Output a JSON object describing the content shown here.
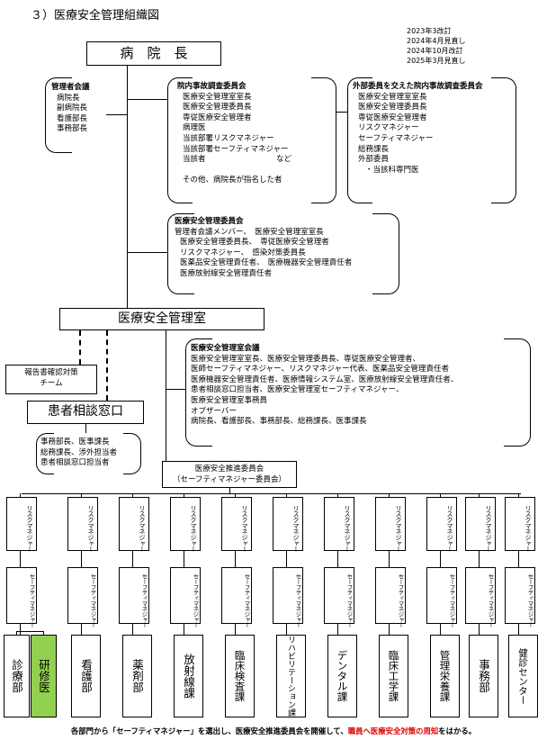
{
  "title": "３）医療安全管理組織図",
  "revisions": [
    "2023年3改訂",
    "2024年4月見直し",
    "2024年10月改訂",
    "2025年3月見直し"
  ],
  "director": "病　院　長",
  "management_meeting": {
    "title": "管理者会議",
    "members": [
      "病院長",
      "副病院長",
      "看護部長",
      "事務部長"
    ]
  },
  "internal_committee": {
    "title": "院内事故調査委員会",
    "members": [
      "医療安全管理室室長",
      "医療安全管理委員長",
      "専従医療安全管理者",
      "病理医",
      "当該部署リスクマネジャー",
      "当該部署セーフティマネジャー"
    ],
    "concerned": "当該者",
    "etc": "など",
    "note": "その他、病院長が指名した者"
  },
  "external_committee": {
    "title": "外部委員を交えた院内事故調査委員会",
    "members": [
      "医療安全管理室室長",
      "医療安全管理委員長",
      "専従医療安全管理者",
      "リスクマネジャー",
      "セーフティマネジャー",
      "総務課長",
      "外部委員",
      "・当該科専門医"
    ]
  },
  "safety_committee": {
    "title": "医療安全管理委員会",
    "lines": [
      "管理者会議メンバー、　医療安全管理室室長",
      "医療安全管理委員長、　専従医療安全管理者",
      "リスクマネジャー、　感染対策委員長",
      "医薬品安全管理責任者、　医療機器安全管理責任者",
      "医療放射線安全管理責任者"
    ]
  },
  "safety_office": "医療安全管理室",
  "report_team": [
    "報告書確認対策",
    "チーム"
  ],
  "patient_consult": {
    "title": "患者相談窓口",
    "lines": [
      "事務部長、医事課長",
      "総務課長、渉外担当者",
      "患者相談窓口担当者"
    ]
  },
  "office_meeting": {
    "title": "医療安全管理室会議",
    "lines": [
      "医療安全管理室室長、医療安全管理委員長、専従医療安全管理者、",
      "医師セーフティマネジャー、リスクマネジャー代表、医薬品安全管理責任者",
      "医療機器安全管理責任者、医療情報システム室、医療放射線安全管理責任者、",
      "患者相談窓口担当者、医療安全管理室セーフティマネジャー、",
      "医療安全管理室事務員",
      "オブザーバー",
      "病院長、看護部長、事務部長、総務課長、医事課長"
    ]
  },
  "promotion_committee": [
    "医療安全推進委員会",
    "（セーフティマネジャー委員会）"
  ],
  "risk_manager_label": "リスクマネジャー",
  "safety_manager_label": "セーフティマネジャー",
  "departments": [
    "診療部",
    "研修医",
    "看護部",
    "薬剤部",
    "放射線課",
    "臨床検査課",
    "リハビリテーション課",
    "デンタル課",
    "臨床工学課",
    "管理栄養課",
    "事務部",
    "健診センター"
  ],
  "highlight_color": "#92d050",
  "footer": {
    "part1": "各部門から「セーフティマネジャー」を選出し、医療安全推進委員会を開催して、",
    "part2": "職員へ医療安全対策の周知",
    "part3": "をはかる。"
  },
  "accent_red": "#e00000"
}
